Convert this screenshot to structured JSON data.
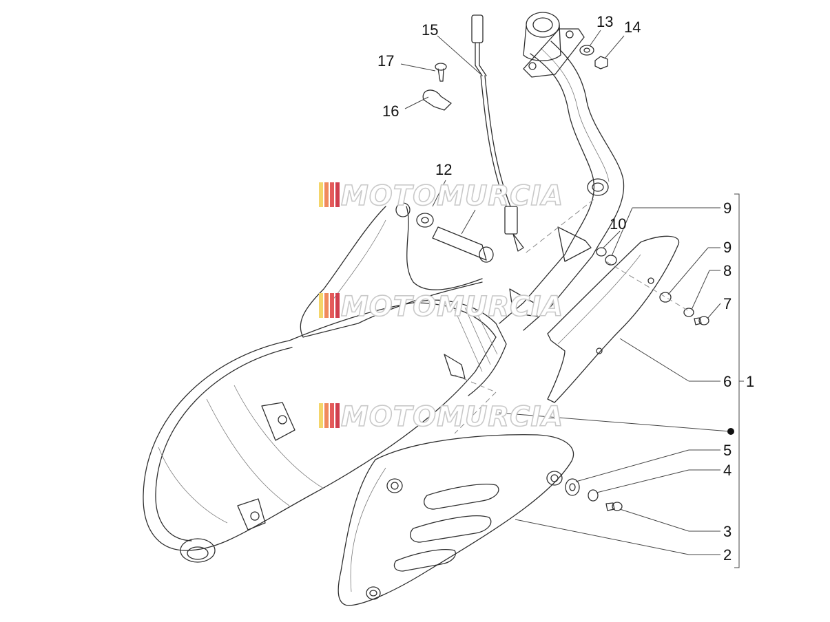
{
  "callouts": {
    "c1": "1",
    "c2": "2",
    "c3": "3",
    "c4": "4",
    "c5": "5",
    "c6": "6",
    "c7": "7",
    "c8": "8",
    "c9a": "9",
    "c9b": "9",
    "c10": "10",
    "c12": "12",
    "c13": "13",
    "c14": "14",
    "c15": "15",
    "c16": "16",
    "c17": "17"
  },
  "watermark": {
    "text": "MOTOMURCIA",
    "stripe_colors": [
      "#f4d56a",
      "#f08a5d",
      "#e45a5a",
      "#d03f4e"
    ]
  },
  "colors": {
    "line": "#2e2e2e",
    "text": "#111111"
  }
}
